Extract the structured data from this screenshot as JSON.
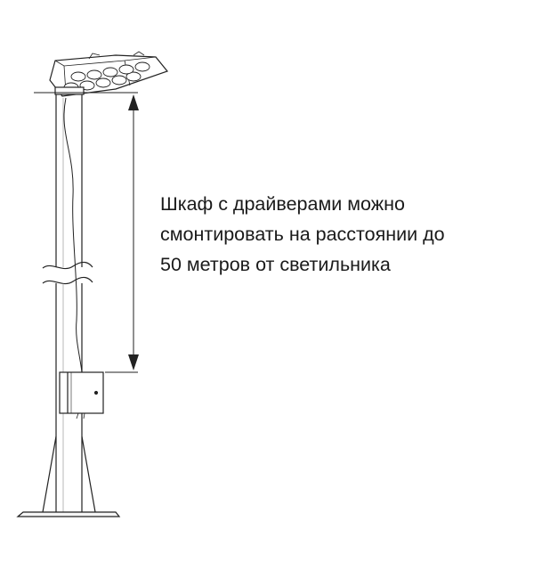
{
  "caption": {
    "lines": [
      "Шкаф с драйверами можно",
      "смонтировать на расстоянии до",
      "50 метров от светильника"
    ]
  },
  "colors": {
    "stroke": "#222222",
    "text": "#1a1a1a",
    "background": "#ffffff"
  }
}
